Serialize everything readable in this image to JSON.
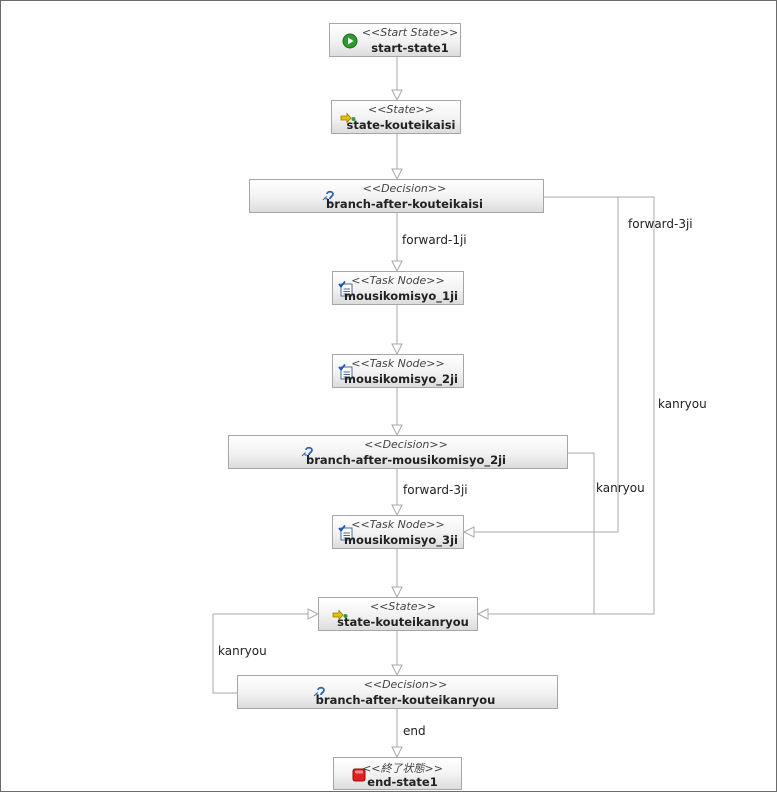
{
  "nodes": {
    "start_state1": {
      "stereotype": "<<Start State>>",
      "name": "start-state1",
      "icon": "play-icon"
    },
    "state_kouteikaisi": {
      "stereotype": "<<State>>",
      "name": "state-kouteikaisi",
      "icon": "state-arrow-icon"
    },
    "branch_after_kouteikaisi": {
      "stereotype": "<<Decision>>",
      "name": "branch-after-kouteikaisi",
      "icon": "decision-icon"
    },
    "mousikomisyo_1ji": {
      "stereotype": "<<Task Node>>",
      "name": "mousikomisyo_1ji",
      "icon": "task-icon"
    },
    "mousikomisyo_2ji": {
      "stereotype": "<<Task Node>>",
      "name": "mousikomisyo_2ji",
      "icon": "task-icon"
    },
    "branch_after_mousikomisyo_2ji": {
      "stereotype": "<<Decision>>",
      "name": "branch-after-mousikomisyo_2ji",
      "icon": "decision-icon"
    },
    "mousikomisyo_3ji": {
      "stereotype": "<<Task Node>>",
      "name": "mousikomisyo_3ji",
      "icon": "task-icon"
    },
    "state_kouteikanryou": {
      "stereotype": "<<State>>",
      "name": "state-kouteikanryou",
      "icon": "state-arrow-icon"
    },
    "branch_after_kouteikanryou": {
      "stereotype": "<<Decision>>",
      "name": "branch-after-kouteikanryou",
      "icon": "decision-icon"
    },
    "end_state1": {
      "stereotype": "<<終了状態>>",
      "name": "end-state1",
      "icon": "stop-icon"
    }
  },
  "transitions": {
    "forward_1ji": "forward-1ji",
    "forward_3ji_top": "forward-3ji",
    "kanryou_right": "kanryou",
    "forward_3ji_mid": "forward-3ji",
    "kanryou_mid": "kanryou",
    "kanryou_loop": "kanryou",
    "end": "end"
  },
  "colors": {
    "edge": "#a8a8a8",
    "node_border": "#a6a6a6",
    "start_green": "#2e9a2e",
    "stop_red": "#e02020",
    "decision_blue": "#2a66b8",
    "state_yellow": "#e8c200"
  }
}
